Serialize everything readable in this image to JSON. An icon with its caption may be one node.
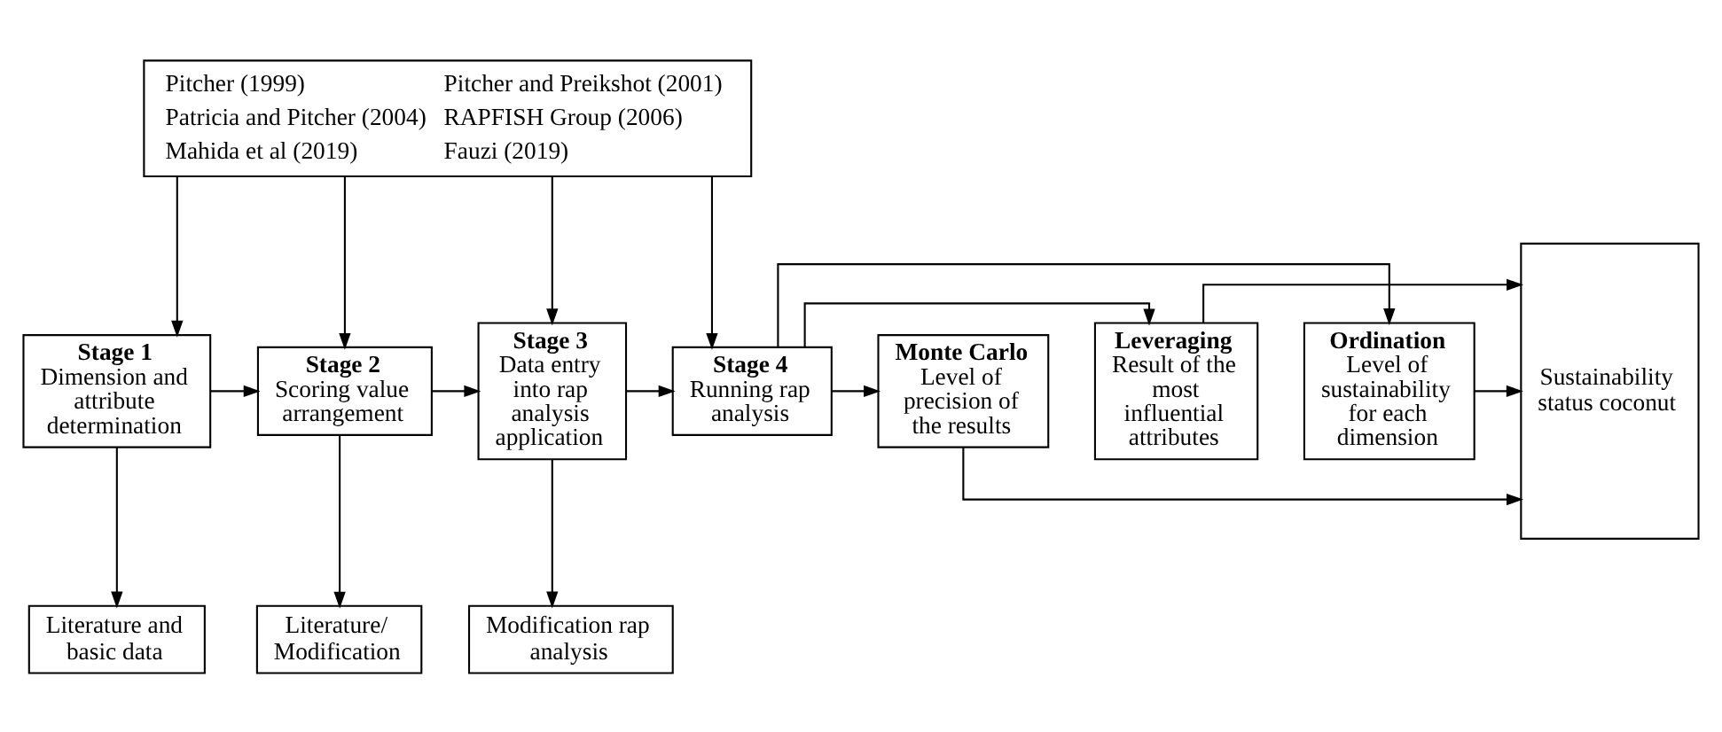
{
  "diagram": {
    "nodes": [
      {
        "text": [
          "Pitcher (1999)",
          "Pitcher and Preikshot (2001)",
          "Patricia and Pitcher (2004)",
          "RAPFISH Group (2006)",
          "Mahida et al (2019)",
          "Fauzi (2019)"
        ]
      },
      {
        "text": [
          "Stage 1",
          "Dimension and attribute determination"
        ]
      },
      {
        "text": [
          "Stage 2",
          "Scoring value arrangement"
        ]
      },
      {
        "text": [
          "Stage 3",
          "Data entry into rap analysis application"
        ]
      },
      {
        "text": [
          "Stage 4",
          "Running rap analysis"
        ]
      },
      {
        "text": [
          "Ordination",
          "Level of sustainability for each dimension"
        ]
      },
      {
        "text": [
          "Leveraging",
          "Result of the most influential attributes"
        ]
      },
      {
        "text": [
          "Monte Carlo",
          "Level of precision of the results"
        ]
      },
      {
        "text": [
          "Sustainability status coconut"
        ]
      },
      {
        "text": [
          "Literature and basic data"
        ]
      },
      {
        "text": [
          "Literature/ Modification"
        ]
      },
      {
        "text": [
          "Modification rap analysis"
        ]
      }
    ],
    "edges": [
      {
        "from": 0,
        "to": 1,
        "arrow": "to"
      },
      {
        "from": 0,
        "to": 2,
        "arrow": "to"
      },
      {
        "from": 0,
        "to": 3,
        "arrow": "to"
      },
      {
        "from": 0,
        "to": 4,
        "arrow": "to"
      },
      {
        "from": 1,
        "to": 2,
        "arrow": "to"
      },
      {
        "from": 2,
        "to": 3,
        "arrow": "to"
      },
      {
        "from": 3,
        "to": 4,
        "arrow": "to"
      },
      {
        "from": 4,
        "to": 5,
        "arrow": "to"
      },
      {
        "from": 4,
        "to": 6,
        "arrow": "to"
      },
      {
        "from": 4,
        "to": 7,
        "arrow": "to"
      },
      {
        "from": 5,
        "to": 8,
        "arrow": "to"
      },
      {
        "from": 6,
        "to": 8,
        "arrow": "to"
      },
      {
        "from": 7,
        "to": 8,
        "arrow": "to"
      },
      {
        "from": 1,
        "to": 9,
        "arrow": "to"
      },
      {
        "from": 2,
        "to": 10,
        "arrow": "to"
      },
      {
        "from": 3,
        "to": 11,
        "arrow": "to"
      }
    ]
  }
}
